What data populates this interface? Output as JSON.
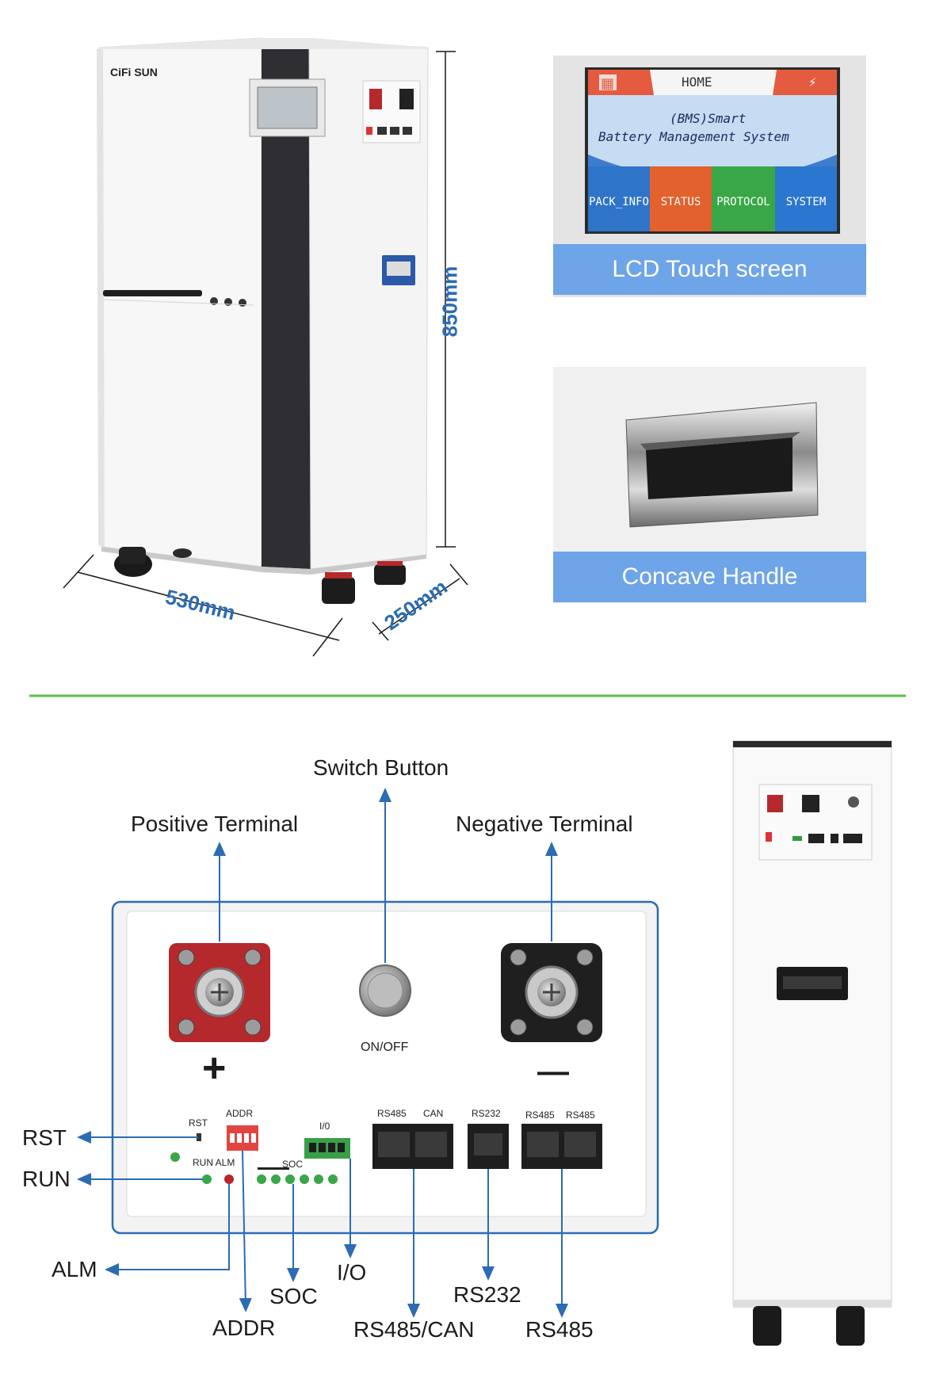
{
  "brand": "CiFi SUN",
  "dimensions": {
    "height": "850mm",
    "width": "530mm",
    "depth": "250mm"
  },
  "lcd": {
    "header": "HOME",
    "line1": "(BMS)Smart",
    "line2": "Battery Management System",
    "buttons": [
      "PACK_INFO",
      "STATUS",
      "PROTOCOL",
      "SYSTEM"
    ],
    "caption": "LCD Touch screen"
  },
  "handle": {
    "caption": "Concave Handle"
  },
  "panel": {
    "callouts_top": {
      "switch": "Switch Button",
      "positive": "Positive Terminal",
      "negative": "Negative Terminal"
    },
    "on_off": "ON/OFF",
    "plus": "+",
    "minus": "—",
    "small_labels": {
      "rst": "RST",
      "addr": "ADDR",
      "run_alm": "RUN ALM",
      "soc": "SOC",
      "io": "I/0",
      "rs485_can_a": "RS485",
      "rs485_can_b": "CAN",
      "rs232": "RS232",
      "rs485_a": "RS485",
      "rs485_b": "RS485"
    },
    "callouts_side": {
      "rst": "RST",
      "run": "RUN",
      "alm": "ALM",
      "addr": "ADDR",
      "soc": "SOC",
      "io": "I/O",
      "rs485can": "RS485/CAN",
      "rs232": "RS232",
      "rs485": "RS485"
    }
  },
  "colors": {
    "accent_blue": "#2b6cb3",
    "banner_blue": "#6ea4e8",
    "divider_green": "#5fbf4a",
    "terminal_red": "#b5282c"
  }
}
